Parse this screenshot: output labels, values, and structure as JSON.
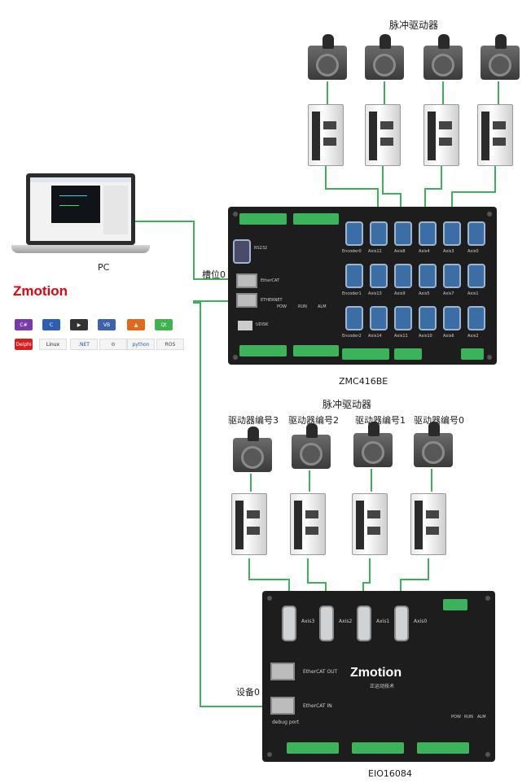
{
  "top_group": {
    "title": "脉冲驱动器",
    "motor_count": 4
  },
  "controller": {
    "name": "ZMC416BE",
    "slot_label": "槽位0",
    "silk": {
      "rs232": "RS232",
      "ethercat": "EtherCAT",
      "ethernet": "ETHERNET",
      "udisk": "UDISK",
      "pow": "POW",
      "run": "RUN",
      "alm": "ALM",
      "encoders": [
        "Encoder0",
        "Encoder1",
        "Encoder2"
      ],
      "axes_row1": [
        "Axis12",
        "Axis8",
        "Axis4",
        "Axis3",
        "Axis0"
      ],
      "axes_row2": [
        "Axis13",
        "Axis9",
        "Axis5",
        "Axis7",
        "Axis1"
      ],
      "axes_row3": [
        "Axis14",
        "Axis11",
        "Axis10",
        "Axis6",
        "Axis2"
      ]
    }
  },
  "pc": {
    "label": "PC",
    "brand": "Zmotion",
    "tiles_row1": [
      "C#",
      "C",
      "▶",
      "VB",
      "▲",
      "Qt"
    ],
    "tiles_row2": [
      "Delphi",
      "Linux",
      ".NET",
      "⚙",
      "python",
      "ROS"
    ]
  },
  "bottom_group": {
    "title": "脉冲驱动器",
    "driver_labels": [
      "驱动器编号3",
      "驱动器编号2",
      "驱动器编号1",
      "驱动器编号0"
    ]
  },
  "eio": {
    "name": "EIO16084",
    "device_label": "设备0",
    "brand": "Zmotion",
    "brand_sub": "正运动技术",
    "ethercat_out": "EtherCAT OUT",
    "ethercat_in": "EtherCAT IN",
    "debug_port": "debug port",
    "axes": [
      "Axis3",
      "Axis2",
      "Axis1",
      "Axis0"
    ],
    "leds": [
      "POW",
      "RUN",
      "ALM"
    ]
  },
  "colors": {
    "wire": "#3cb35a",
    "brand_red": "#e60012"
  }
}
